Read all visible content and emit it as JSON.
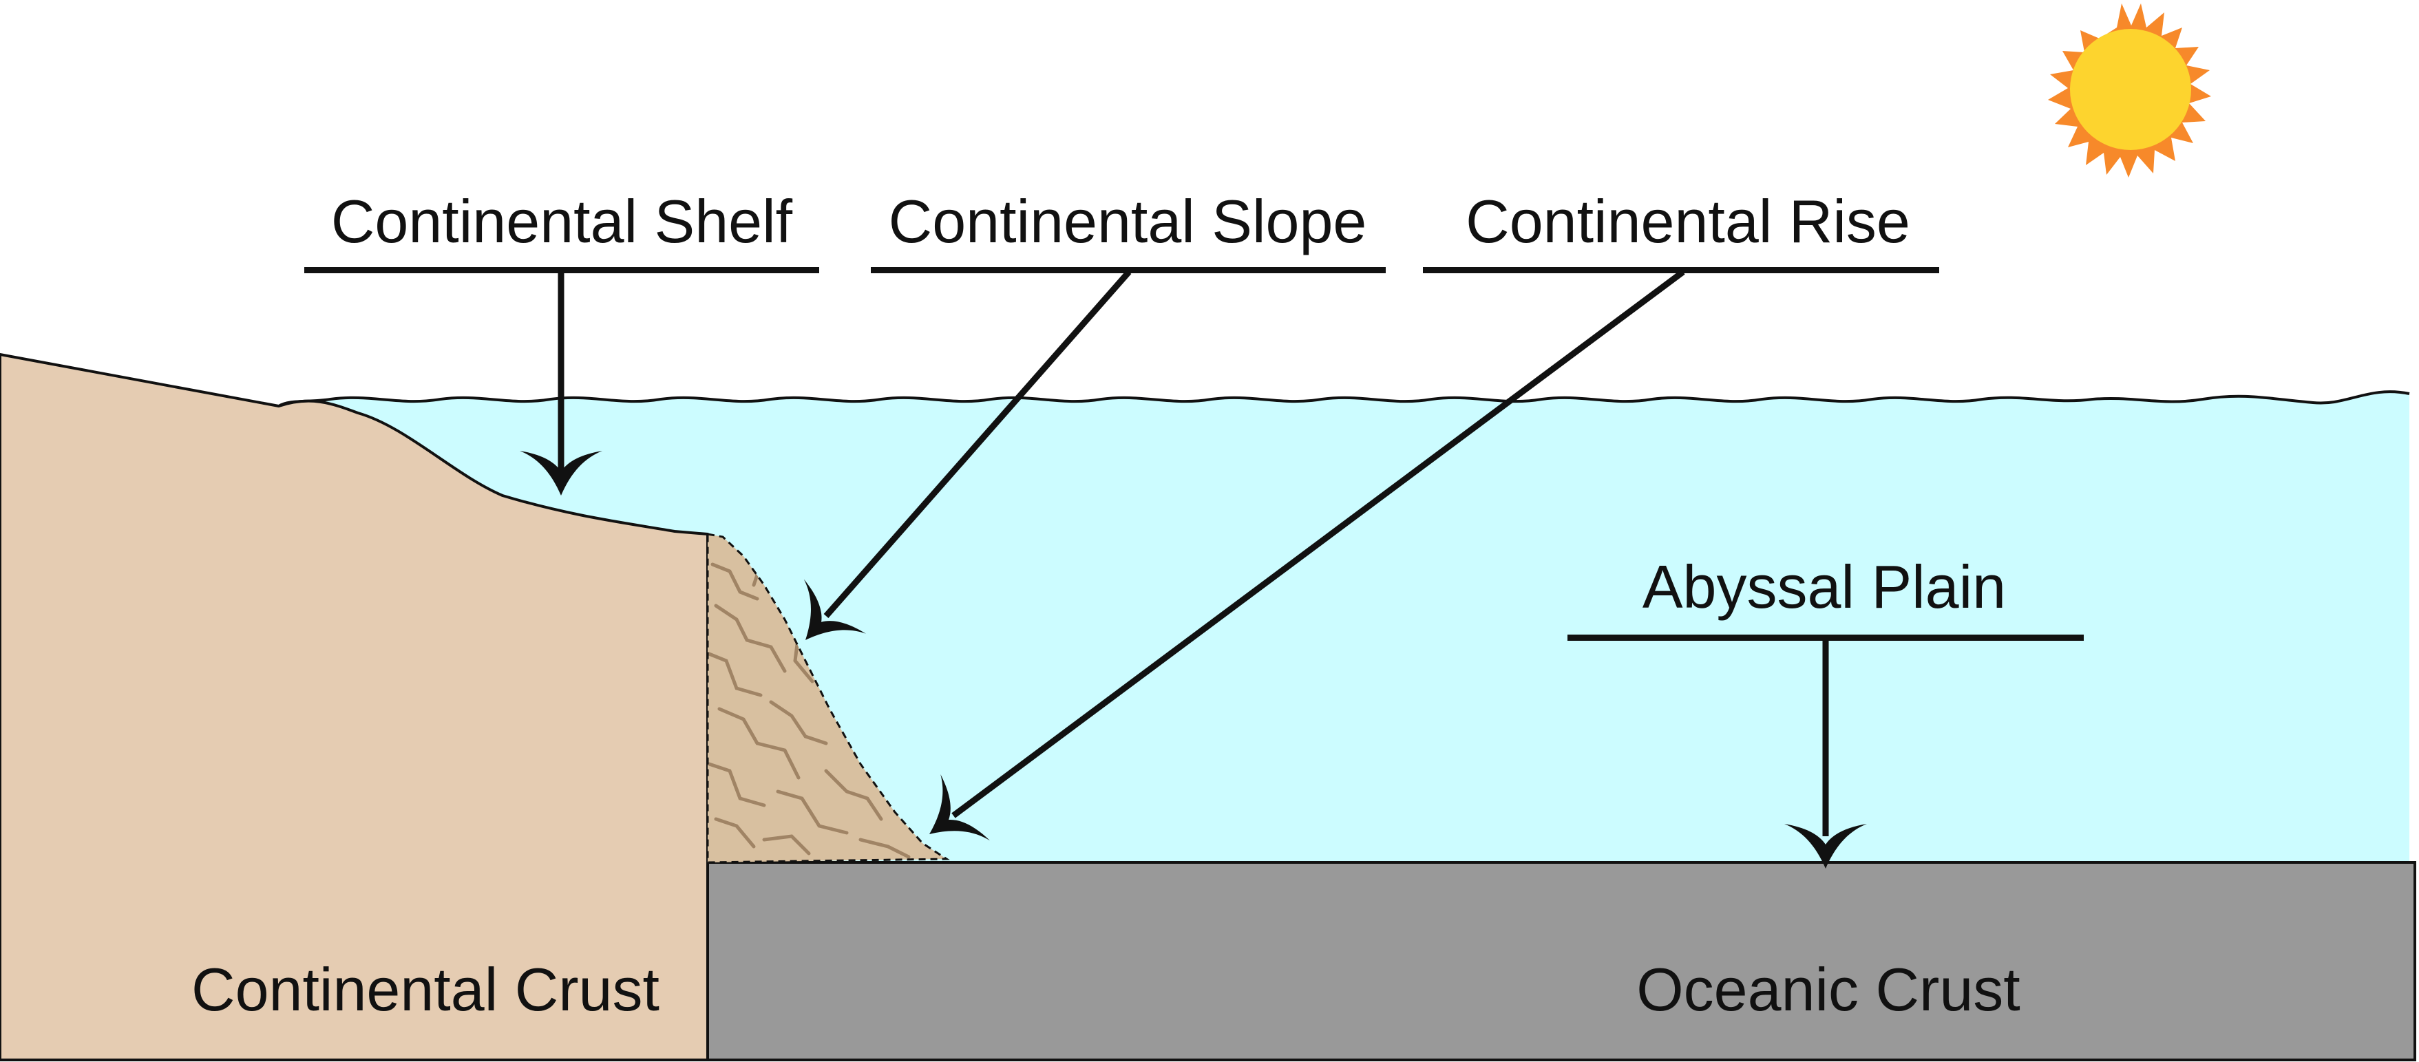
{
  "labels": {
    "continental_shelf": "Continental Shelf",
    "continental_slope": "Continental Slope",
    "continental_rise": "Continental Rise",
    "abyssal_plain": "Abyssal Plain",
    "continental_crust": "Continental Crust",
    "oceanic_crust": "Oceanic Crust"
  },
  "colors": {
    "ocean": "#ccfcff",
    "continental_crust": "#e5ccb2",
    "oceanic_crust": "#999999",
    "sediment": "#d8c0a0",
    "sediment_cracks": "#a08465",
    "sun_rays": "#f7892a",
    "sun_core": "#fdd42e",
    "outline": "#111111"
  },
  "icons": {
    "sun": "sun-icon"
  }
}
